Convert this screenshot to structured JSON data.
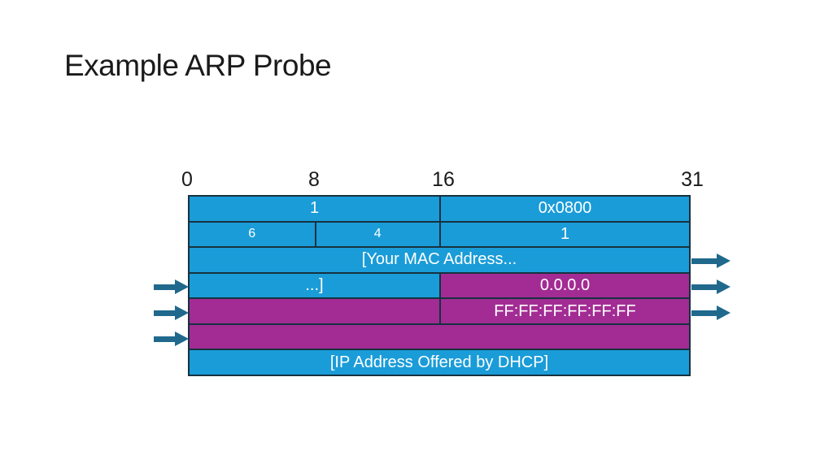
{
  "slide": {
    "title": "Example ARP Probe"
  },
  "colors": {
    "background": "#ffffff",
    "cyan": "#1a9cd8",
    "magenta": "#a32c94",
    "arrow": "#20698d",
    "border": "#16313f",
    "cell-text": "#ffffff",
    "label-text": "#1a1a1a"
  },
  "bit_ruler": {
    "labels": [
      "0",
      "8",
      "16",
      "31"
    ]
  },
  "packet": {
    "rows": [
      {
        "cells": [
          {
            "label": "1"
          },
          {
            "label": "0x0800"
          }
        ]
      },
      {
        "cells": [
          {
            "label": "6"
          },
          {
            "label": "4"
          },
          {
            "label": "1"
          }
        ]
      },
      {
        "cells": [
          {
            "label": "[Your MAC Address..."
          }
        ]
      },
      {
        "cells": [
          {
            "label": "...]"
          },
          {
            "label": "0.0.0.0"
          }
        ]
      },
      {
        "cells": [
          {
            "label": ""
          },
          {
            "label": "FF:FF:FF:FF:FF:FF"
          }
        ]
      },
      {
        "cells": [
          {
            "label": ""
          }
        ]
      },
      {
        "cells": [
          {
            "label": "[IP Address Offered by DHCP]"
          }
        ]
      }
    ]
  },
  "icons": {
    "flow_arrow": "right-arrow"
  }
}
